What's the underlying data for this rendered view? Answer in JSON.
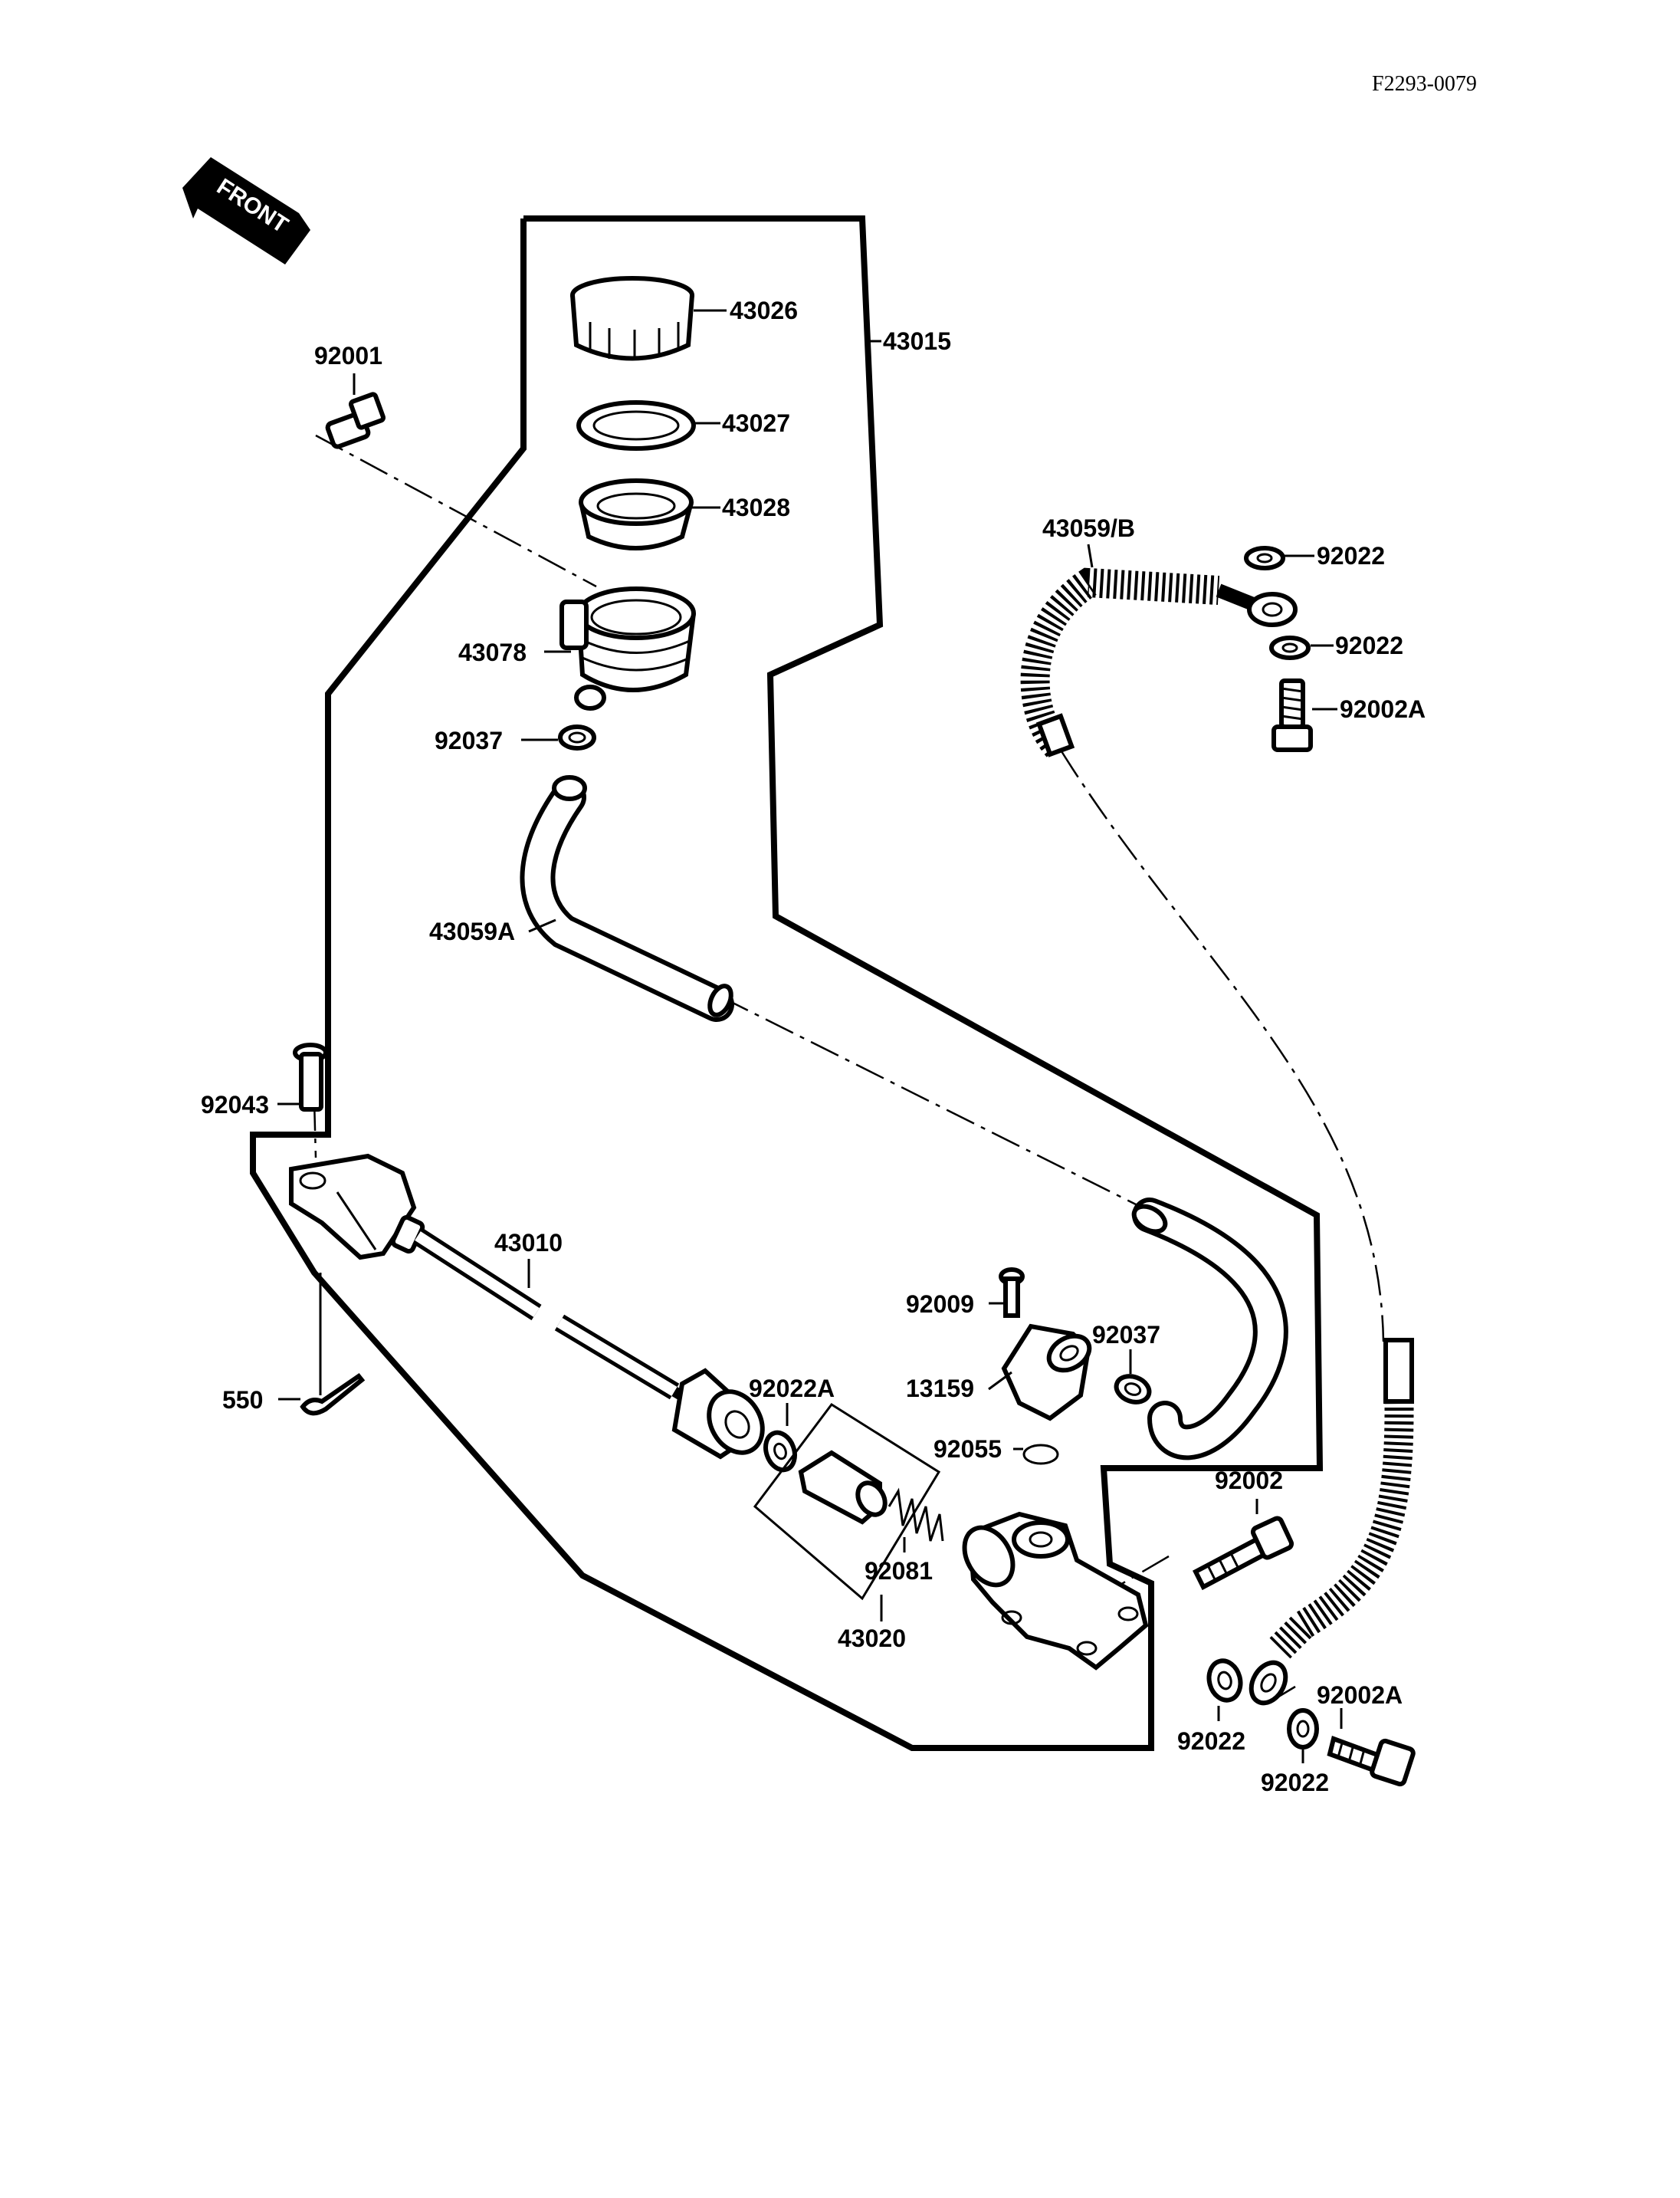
{
  "header": {
    "figure_code": "F2293-0079"
  },
  "front_arrow": {
    "label": "FRONT"
  },
  "callouts": {
    "p43026": "43026",
    "p43015": "43015",
    "p92001": "92001",
    "p43027": "43027",
    "p43028": "43028",
    "p43078": "43078",
    "p92037_top": "92037",
    "p43059A": "43059A",
    "p43059B": "43059/B",
    "p92022_a": "92022",
    "p92022_b": "92022",
    "p92002A_top": "92002A",
    "p92043": "92043",
    "p43010": "43010",
    "p550": "550",
    "p92022A": "92022A",
    "p92009": "92009",
    "p92037_mid": "92037",
    "p13159": "13159",
    "p92055": "92055",
    "p92081": "92081",
    "p43020": "43020",
    "p92002": "92002",
    "p92022_c": "92022",
    "p92002A_bottom": "92002A",
    "p92022_d": "92022"
  }
}
